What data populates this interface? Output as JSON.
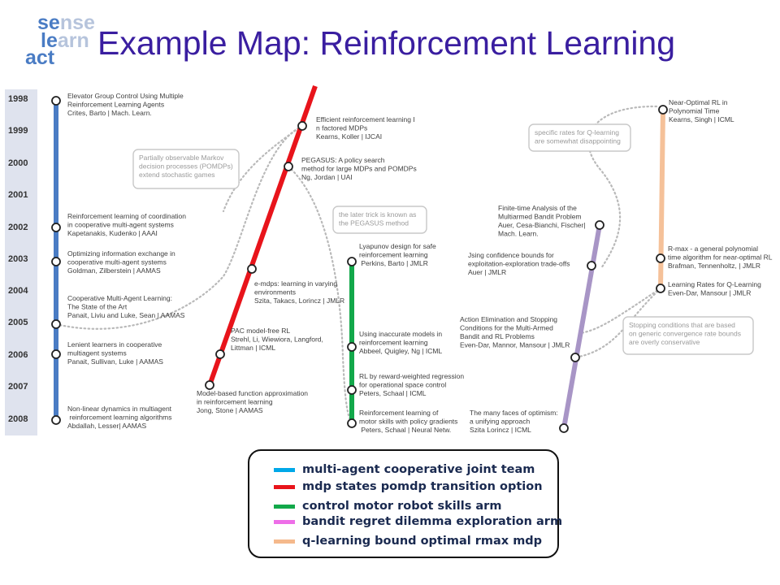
{
  "logo": {
    "se": "se",
    "nse": "nse",
    "le": "le",
    "arn": "arn",
    "act": "act"
  },
  "title": "Example Map: Reinforcement Learning",
  "years": [
    "1998",
    "1999",
    "2000",
    "2001",
    "2002",
    "2003",
    "2004",
    "2005",
    "2006",
    "2007",
    "2008"
  ],
  "colors": {
    "blue": "#4a7cc4",
    "red": "#e8141b",
    "green": "#12a84a",
    "purple": "#a895c6",
    "orange": "#f5c199",
    "year_bar": "#dfe3ee",
    "connector": "#b9b9b9",
    "text": "#404040",
    "callout_text": "#9a9a9a"
  },
  "papers": {
    "blue": [
      [
        "Elevator Group Control Using  Multiple",
        "Reinforcement   Learning Agents",
        "Crites, Barto | Mach. Learn."
      ],
      [
        "Reinforcement learning of coordination",
        "in cooperative   multi-agent systems",
        "Kapetanakis, Kudenko | AAAI"
      ],
      [
        "Optimizing information  exchange in",
        "cooperative multi-agent systems",
        "Goldman, Zilberstein | AAMAS"
      ],
      [
        "Cooperative Multi-Agent Learning:",
        "The State of the  Art",
        "Panait, Liviu and   Luke, Sean  | AAMAS"
      ],
      [
        "Lenient learners in cooperative",
        "multiagent   systems",
        "Panait, Sullivan, Luke | AAMAS"
      ],
      [
        "Non-linear dynamics in   multiagent",
        " reinforcement  learning algorithms",
        "Abdallah, Lesser| AAMAS"
      ]
    ],
    "red": [
      [
        "Efficient reinforcement learning I",
        "n factored MDPs",
        "Kearns, Koller | IJCAI"
      ],
      [
        "PEGASUS: A policy search",
        "method for large MDPs and POMDPs",
        "Ng, Jordan  |  UAI"
      ],
      [
        "e-mdps: learning in varying",
        "environments",
        "Szita, Takacs, Lorincz | JMLR"
      ],
      [
        "PAC model-free RL",
        "Strehl, Li, Wiewiora, Langford,",
        "Littman | ICML"
      ],
      [
        "Model-based function approximation",
        "in reinforcement learning",
        "Jong, Stone | AAMAS"
      ]
    ],
    "green": [
      [
        "Lyapunov design for safe",
        "reinforcement learning",
        " Perkins, Barto | JMLR"
      ],
      [
        "Using inaccurate models in",
        "reinforcement learning",
        "Abbeel, Quigley, Ng | ICML"
      ],
      [
        "RL by reward-weighted regression",
        "for operational space control",
        "Peters, Schaal | ICML"
      ],
      [
        "Reinforcement learning of",
        "motor skills with policy gradients",
        " Peters, Schaal | Neural   Netw."
      ]
    ],
    "purple": [
      [
        "Finite-time Analysis of the",
        "Multiarmed Bandit Problem",
        "Auer, Cesa-Bianchi, Fischer|",
        "Mach. Learn."
      ],
      [
        "Jsing confidence bounds for",
        "exploitation-exploration trade-offs",
        "Auer | JMLR"
      ],
      [
        "Action Elimination and Stopping",
        "Conditions for the Multi-Armed",
        "Bandit and RL Problems",
        "Even-Dar, Mannor, Mansour | JMLR"
      ],
      [
        "The many faces of optimism:",
        "a unifying approach",
        "Szita Lorincz | ICML"
      ]
    ],
    "orange": [
      [
        "Near-Optimal RL in",
        "Polynomial Time",
        "Kearns, Singh | ICML"
      ],
      [
        "R-max - a general polynomial",
        "time algorithm for near-optimal RL",
        "Brafman, Tennenholtz, | JMLR"
      ],
      [
        "Learning Rates for Q-Learning",
        "Even-Dar, Mansour | JMLR"
      ]
    ]
  },
  "callouts": [
    [
      "Partially observable Markov",
      "decision processes (POMDPs)",
      "extend stochastic games"
    ],
    [
      "the later trick is known as",
      "the PEGASUS method"
    ],
    [
      "specific rates for Q-learning",
      "are somewhat disappointing"
    ],
    [
      "Stopping conditions that are based",
      "on generic convergence rate bounds",
      "are overly conservative"
    ]
  ],
  "legend": [
    {
      "label": "multi-agent cooperative joint team",
      "color": "#00a8e8"
    },
    {
      "label": "mdp states pomdp transition option",
      "color": "#e8141b"
    },
    {
      "label": "control motor robot skills arm",
      "color": "#12a84a"
    },
    {
      "label": "bandit regret dilemma exploration arm",
      "color": "#ee6ee8"
    },
    {
      "label": "q-learning bound optimal rmax mdp",
      "color": "#f5b98c"
    }
  ]
}
